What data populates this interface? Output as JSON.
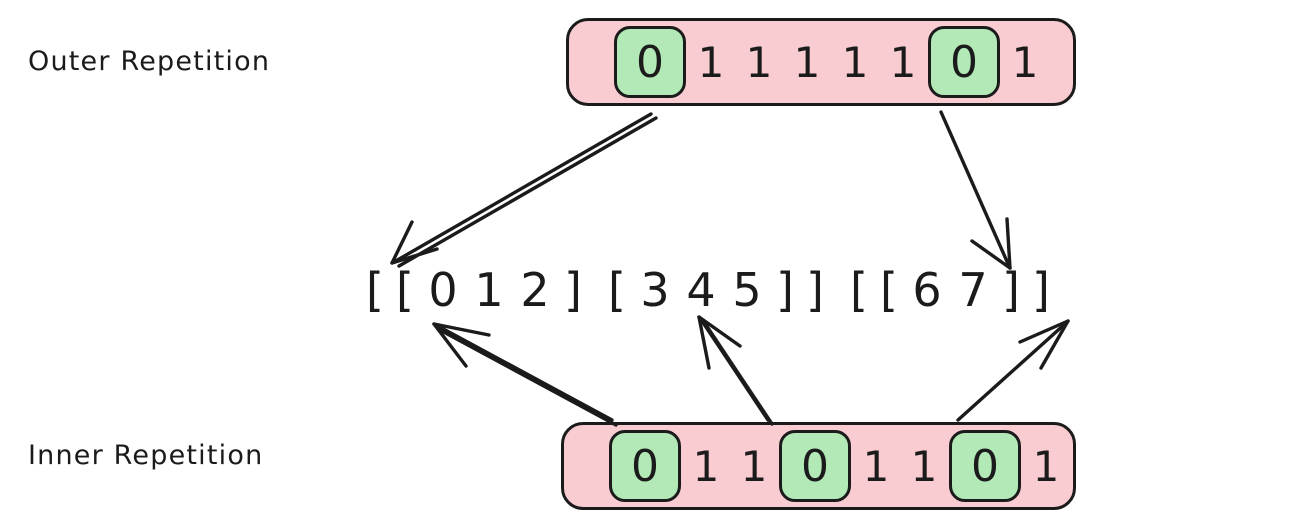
{
  "labels": {
    "outer": "Outer Repetition",
    "inner": "Inner Repetition"
  },
  "colors": {
    "strip_fill": "#f9ccd2",
    "highlight_fill": "#b3e9b6",
    "stroke": "#1b1b1b",
    "background": "#ffffff"
  },
  "outer_sequence": {
    "name": "Outer Repetition",
    "digits": [
      "0",
      "1",
      "1",
      "1",
      "1",
      "1",
      "0",
      "1"
    ],
    "highlighted_indices": [
      0,
      6
    ]
  },
  "inner_sequence": {
    "name": "Inner Repetition",
    "digits": [
      "0",
      "1",
      "1",
      "0",
      "1",
      "1",
      "0",
      "1"
    ],
    "highlighted_indices": [
      0,
      3,
      6
    ]
  },
  "expression": {
    "text": "[ [ 0 1 2 ] [ 3 4 5 ] ] [ [ 6 7 ] ]",
    "tokens": [
      {
        "t": "[",
        "k": "brk"
      },
      {
        "t": "[",
        "k": "brk"
      },
      {
        "t": "0",
        "k": "num"
      },
      {
        "t": "1",
        "k": "num"
      },
      {
        "t": "2",
        "k": "num"
      },
      {
        "t": "]",
        "k": "brk"
      },
      {
        "t": "[",
        "k": "brk"
      },
      {
        "t": "3",
        "k": "num"
      },
      {
        "t": "4",
        "k": "num"
      },
      {
        "t": "5",
        "k": "num"
      },
      {
        "t": "]",
        "k": "brk"
      },
      {
        "t": "]",
        "k": "brk"
      },
      {
        "t": "[",
        "k": "brk"
      },
      {
        "t": "[",
        "k": "brk"
      },
      {
        "t": "6",
        "k": "num"
      },
      {
        "t": "7",
        "k": "num"
      },
      {
        "t": "]",
        "k": "brk"
      },
      {
        "t": "]",
        "k": "brk"
      }
    ]
  },
  "arrows": [
    {
      "name": "outer-0-to-group-open",
      "from": "outer-digit-0",
      "to": "expression-token-0"
    },
    {
      "name": "outer-6-to-group-open",
      "from": "outer-digit-6",
      "to": "expression-token-12"
    },
    {
      "name": "inner-0-to-sublist-open",
      "from": "inner-digit-0",
      "to": "expression-token-1"
    },
    {
      "name": "inner-3-to-sublist-open",
      "from": "inner-digit-3",
      "to": "expression-token-6"
    },
    {
      "name": "inner-6-to-sublist-open",
      "from": "inner-digit-6",
      "to": "expression-token-13"
    }
  ]
}
